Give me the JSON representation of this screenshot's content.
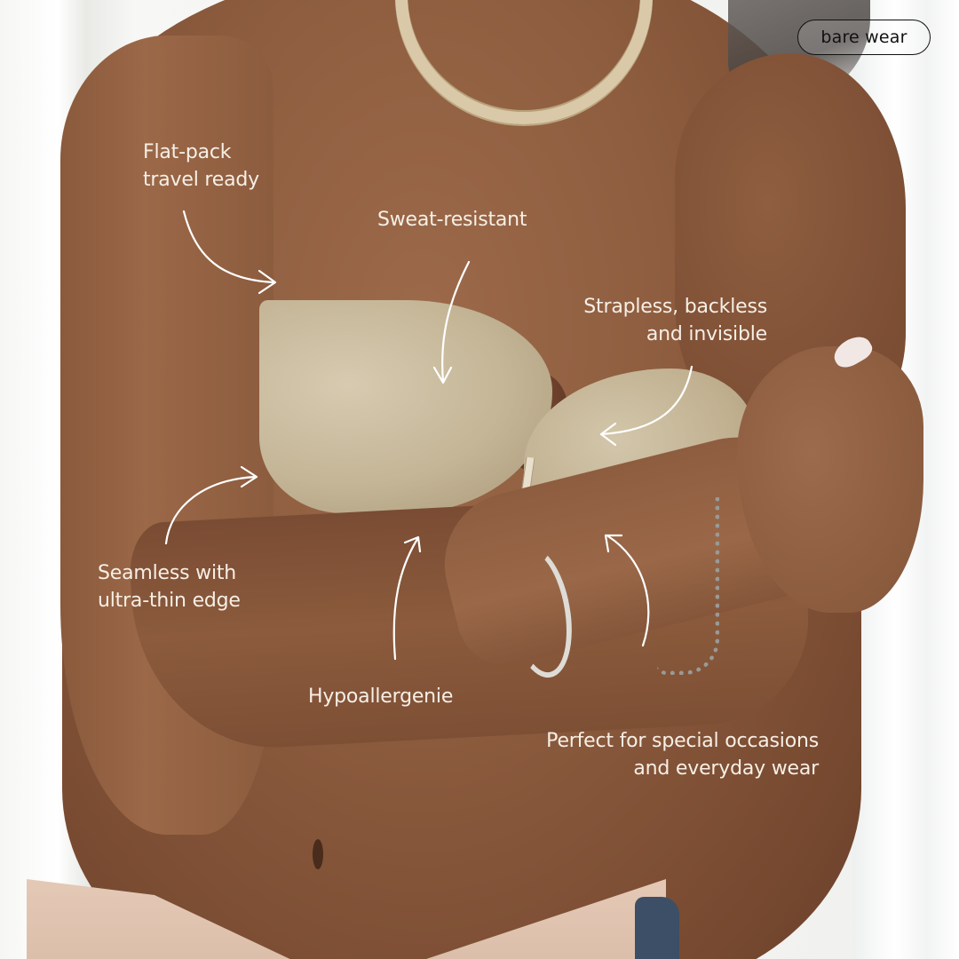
{
  "brand": {
    "logo_text": "bare wear"
  },
  "callouts": {
    "flat_pack": "Flat-pack\ntravel ready",
    "sweat_resistant": "Sweat-resistant",
    "strapless": "Strapless, backless\nand invisible",
    "seamless": "Seamless with\nultra-thin edge",
    "hypoallergenic": "Hypoallergenie",
    "occasions": "Perfect for special occasions\nand everyday wear"
  },
  "colors": {
    "callout_text": "#f7efe6",
    "arrow": "#ffffff",
    "skin": "#8e5d3f",
    "bra": "#c4b596",
    "background": "#f4f4f2",
    "logo": "#111111"
  },
  "icons": {
    "arrows": [
      "arrow-flat-pack",
      "arrow-sweat",
      "arrow-strapless",
      "arrow-seamless",
      "arrow-hypo",
      "arrow-occasions"
    ]
  }
}
